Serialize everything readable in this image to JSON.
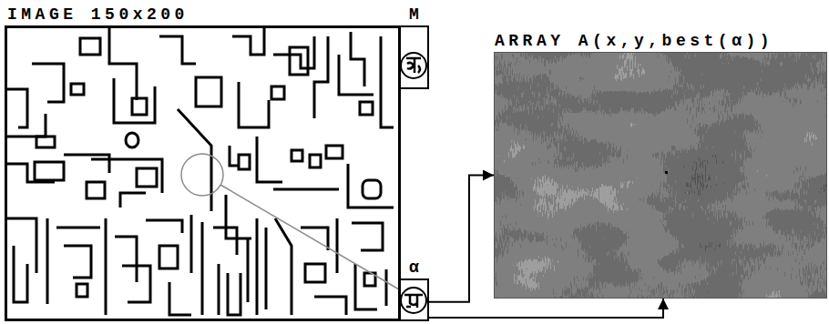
{
  "diagram": {
    "nodes": [
      {
        "text": [
          "IMAGE 150x200"
        ]
      },
      {
        "text": [
          "M"
        ]
      },
      {
        "text": [
          "α"
        ]
      },
      {
        "text": [
          "ARRAY A(x,y,best(α))"
        ]
      }
    ],
    "edges": [
      {
        "from": 2,
        "to": 3,
        "arrow": "to"
      },
      {
        "from": 2,
        "to": 3,
        "arrow": "to"
      }
    ]
  }
}
